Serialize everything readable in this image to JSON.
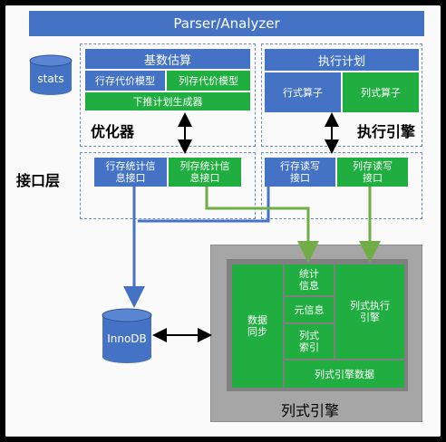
{
  "parser": "Parser/Analyzer",
  "stats": "stats",
  "optimizer": {
    "title": "优化器",
    "cardinality": "基数估算",
    "row_cost_model": "行存代价模型",
    "col_cost_model": "列存代价模型",
    "pushdown_plan_gen": "下推计划生成器"
  },
  "executor": {
    "title": "执行引擎",
    "plan": "执行计划",
    "row_operator": "行式算子",
    "col_operator": "列式算子"
  },
  "interface": {
    "title": "接口层",
    "row_stats_iface": "行存统计信息接口",
    "col_stats_iface": "列存统计信息接口",
    "row_rw_iface": "行存读写接口",
    "col_rw_iface": "列存读写接口"
  },
  "innodb": "InnoDB",
  "column_engine": {
    "title": "列式引擎",
    "data_sync": "数据同步",
    "stats_info": "统计信息",
    "meta_info": "元信息",
    "col_index": "列式索引",
    "col_exec_engine": "列式执行引擎",
    "col_engine_data": "列式引擎数据"
  },
  "colors": {
    "blue": "#4472c4",
    "green": "#1fae3f",
    "gray": "#a6a6a6",
    "dark_gray": "#808080"
  }
}
